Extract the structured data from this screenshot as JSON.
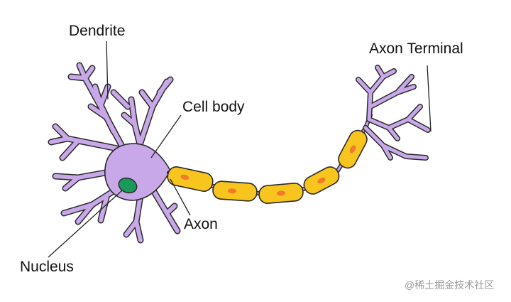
{
  "labels": {
    "dendrite": "Dendrite",
    "cell_body": "Cell body",
    "axon": "Axon",
    "nucleus": "Nucleus",
    "axon_terminal": "Axon Terminal"
  },
  "watermark": "@稀土掘金技术社区",
  "colors": {
    "neuron_body": "#c8a8e8",
    "neuron_outline": "#2a2a2a",
    "nucleus": "#1a9a5a",
    "myelin": "#f7c51e",
    "node_nucleus": "#f07a2a"
  }
}
